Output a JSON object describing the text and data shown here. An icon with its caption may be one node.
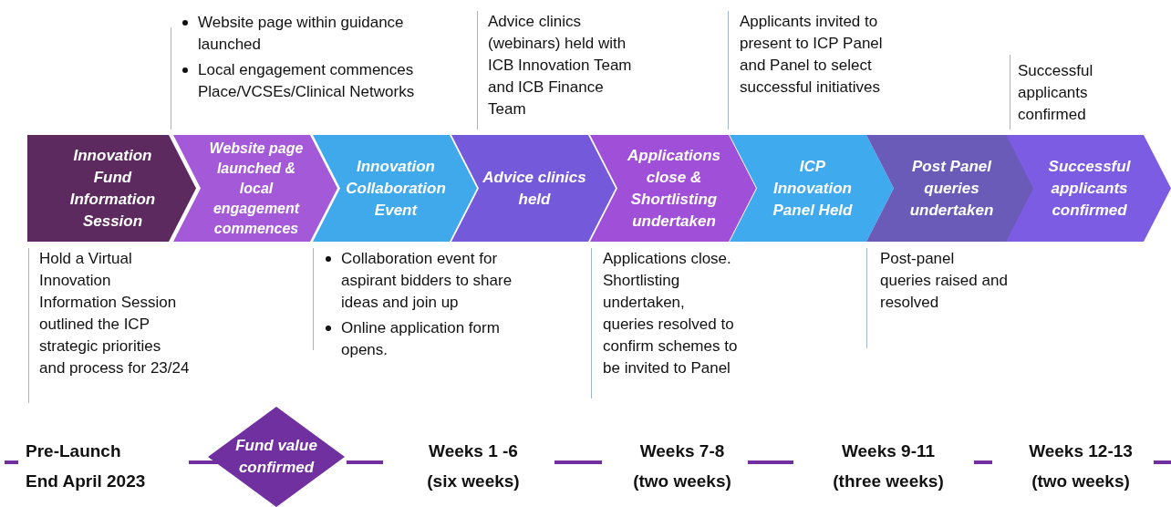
{
  "diagram": {
    "nodes": [
      {
        "text": [
          "Innovation Fund Information Session"
        ],
        "beside": [
          "Hold a Virtual Innovation Information Session outlined the ICP strategic priorities and process for 23/24"
        ]
      },
      {
        "text": [
          "Website page launched & local engagement commences"
        ],
        "beside": [
          "Website page within guidance launched",
          "Local engagement commences Place/VCSEs/Clinical Networks"
        ]
      },
      {
        "text": [
          "Innovation Collaboration Event"
        ],
        "beside": [
          "Collaboration event for aspirant bidders to share ideas and join up",
          "Online application form opens."
        ]
      },
      {
        "text": [
          "Advice clinics held"
        ],
        "beside": [
          "Advice clinics (webinars) held with ICB Innovation Team and ICB Finance Team"
        ]
      },
      {
        "text": [
          "Applications close & Shortlisting undertaken"
        ],
        "beside": [
          "Applications close. Shortlisting undertaken, queries resolved to confirm schemes to be invited to Panel"
        ]
      },
      {
        "text": [
          "ICP Innovation Panel Held"
        ],
        "beside": [
          "Applicants invited to present to ICP Panel and Panel to select successful initiatives"
        ]
      },
      {
        "text": [
          "Post Panel queries undertaken"
        ],
        "beside": [
          "Post-panel queries raised and resolved"
        ]
      },
      {
        "text": [
          "Successful applicants confirmed"
        ],
        "beside": [
          "Successful applicants confirmed"
        ]
      },
      {
        "text": [
          "Fund value confirmed"
        ]
      }
    ],
    "labels": [
      "Pre-Launch End April 2023",
      "Weeks 1 -6 (six weeks)",
      "Weeks 7-8 (two weeks)",
      "Weeks 9-11 (three weeks)",
      "Weeks 12-13 (two weeks)"
    ]
  }
}
